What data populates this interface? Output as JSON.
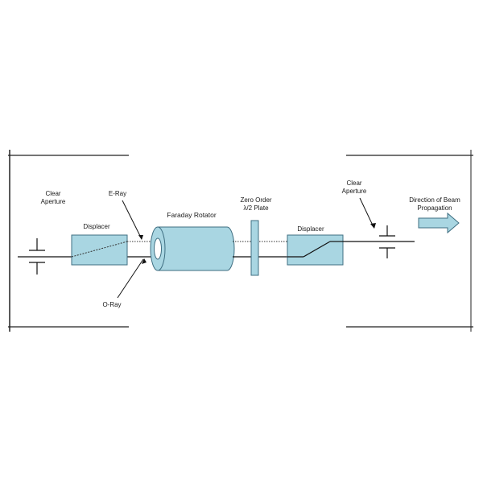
{
  "labels": {
    "clear_aperture_left_1": "Clear",
    "clear_aperture_left_2": "Aperture",
    "e_ray": "E-Ray",
    "o_ray": "O-Ray",
    "displacer_left": "Displacer",
    "faraday_rotator": "Faraday Rotator",
    "zero_order_1": "Zero Order",
    "zero_order_2": "λ/2 Plate",
    "displacer_right": "Displacer",
    "clear_aperture_right_1": "Clear",
    "clear_aperture_right_2": "Aperture",
    "direction_1": "Direction of Beam",
    "direction_2": "Propagation"
  },
  "colors": {
    "component_fill": "#a9d6e2",
    "component_stroke": "#3f6f82",
    "line": "#111111",
    "frame": "#222222"
  }
}
